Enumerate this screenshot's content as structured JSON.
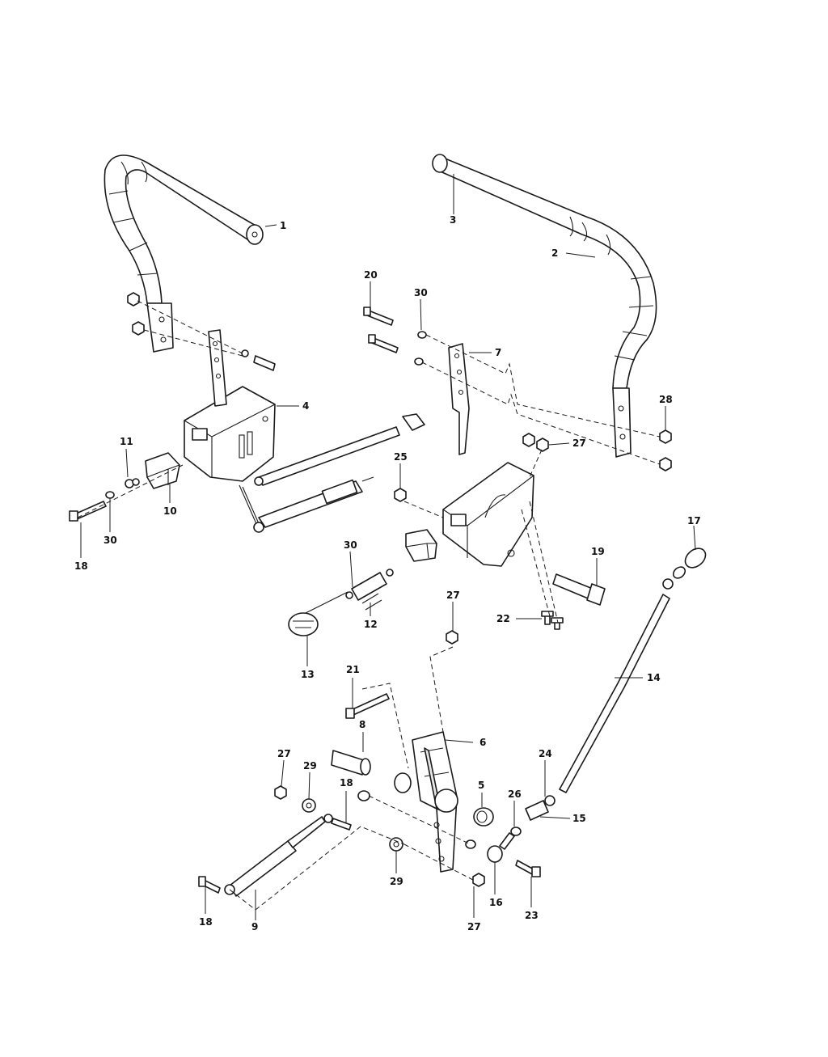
{
  "callouts": [
    {
      "label": "1"
    },
    {
      "label": "2"
    },
    {
      "label": "3"
    },
    {
      "label": "4"
    },
    {
      "label": "5"
    },
    {
      "label": "6"
    },
    {
      "label": "7"
    },
    {
      "label": "8"
    },
    {
      "label": "9"
    },
    {
      "label": "10"
    },
    {
      "label": "11"
    },
    {
      "label": "12"
    },
    {
      "label": "13"
    },
    {
      "label": "14"
    },
    {
      "label": "15"
    },
    {
      "label": "16"
    },
    {
      "label": "17"
    },
    {
      "label": "18"
    },
    {
      "label": "18"
    },
    {
      "label": "18"
    },
    {
      "label": "19"
    },
    {
      "label": "20"
    },
    {
      "label": "21"
    },
    {
      "label": "22"
    },
    {
      "label": "23"
    },
    {
      "label": "24"
    },
    {
      "label": "25"
    },
    {
      "label": "26"
    },
    {
      "label": "27"
    },
    {
      "label": "27"
    },
    {
      "label": "27"
    },
    {
      "label": "27"
    },
    {
      "label": "28"
    },
    {
      "label": "29"
    },
    {
      "label": "29"
    },
    {
      "label": "30"
    },
    {
      "label": "30"
    },
    {
      "label": "30"
    }
  ]
}
